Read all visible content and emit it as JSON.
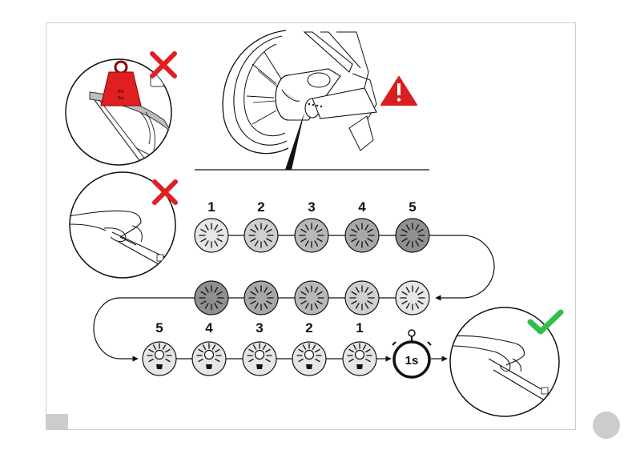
{
  "weight_label": {
    "line1": "KG",
    "line2": "lbs"
  },
  "steps_top": {
    "labels": [
      "1",
      "2",
      "3",
      "4",
      "5"
    ]
  },
  "steps_bottom": {
    "labels": [
      "5",
      "4",
      "3",
      "2",
      "1"
    ]
  },
  "timer": {
    "label": "1s"
  },
  "shades": {
    "row1": [
      "#e6e6e6",
      "#cfcfcf",
      "#b8b8b8",
      "#a8a8a8",
      "#909090"
    ],
    "row2": [
      "#909090",
      "#a8a8a8",
      "#b8b8b8",
      "#cfcfcf",
      "#e6e6e6"
    ],
    "bulbs": "#e6e6e6"
  },
  "colors": {
    "forbidden": "#e02020",
    "approved": "#2fbf4a",
    "warning": "#d81e1e",
    "weight": "#e02020"
  },
  "icons": [
    "forbidden-x-icon",
    "approved-check-icon",
    "warning-triangle-icon",
    "weight-icon",
    "light-bulb-icon",
    "stopwatch-icon"
  ]
}
